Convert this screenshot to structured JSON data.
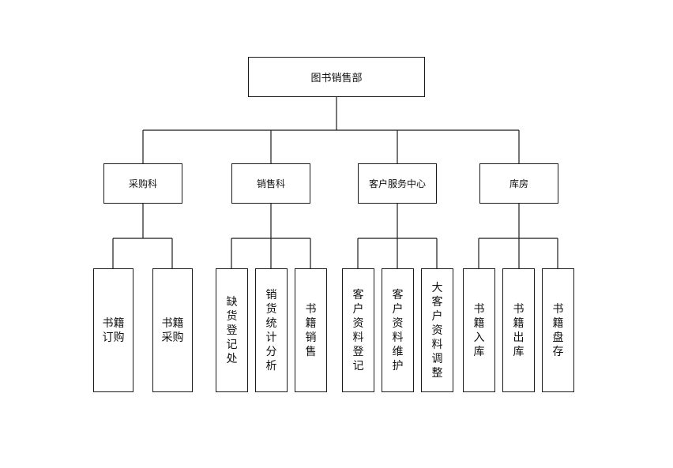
{
  "root": {
    "label": "图书销售部"
  },
  "departments": [
    {
      "label": "采购科",
      "children": [
        "书籍订购",
        "书籍采购"
      ]
    },
    {
      "label": "销售科",
      "children": [
        "缺货登记处",
        "销货统计分析",
        "书籍销售"
      ]
    },
    {
      "label": "客户服务中心",
      "children": [
        "客户资料登记",
        "客户资料维护",
        "大客户资料调整"
      ]
    },
    {
      "label": "库房",
      "children": [
        "书籍入库",
        "书籍出库",
        "书籍盘存"
      ]
    }
  ]
}
